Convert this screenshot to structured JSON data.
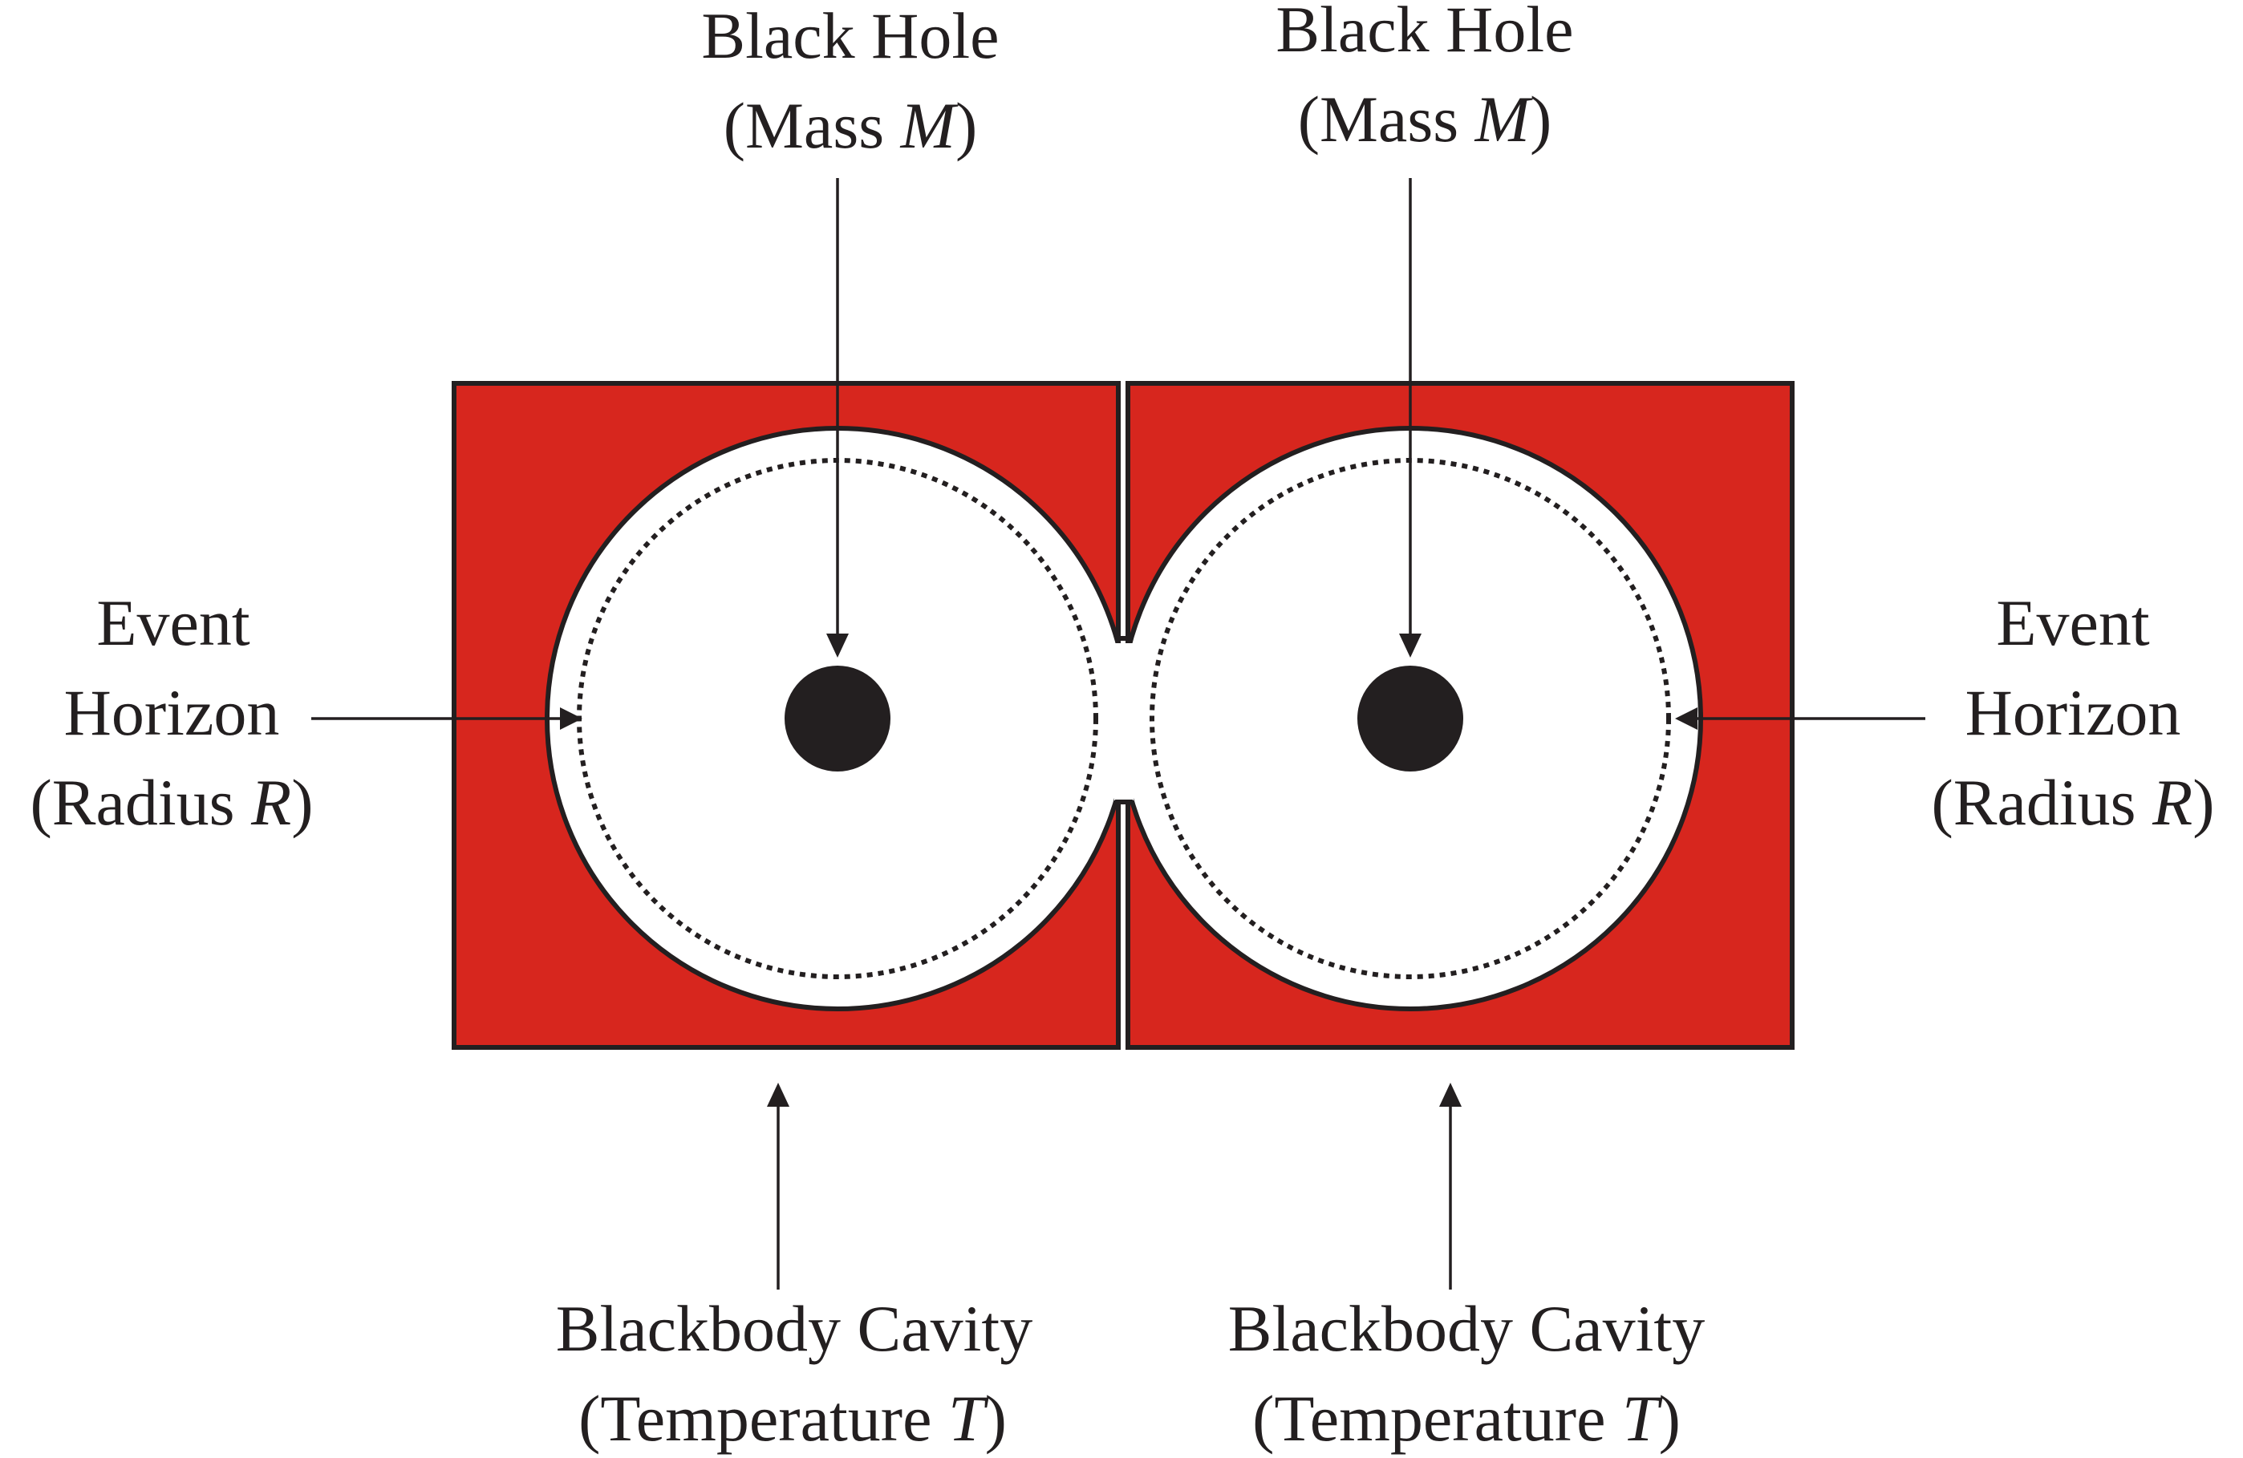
{
  "colors": {
    "cavity_fill": "#d7261e",
    "ink": "#231f20",
    "background": "#ffffff"
  },
  "labels": {
    "black_hole_left": {
      "line1": "Black Hole",
      "line2_prefix": "(Mass ",
      "line2_var": "M",
      "line2_suffix": ")"
    },
    "black_hole_right": {
      "line1": "Black Hole",
      "line2_prefix": "(Mass ",
      "line2_var": "M",
      "line2_suffix": ")"
    },
    "event_horizon_left": {
      "line1": "Event",
      "line2": "Horizon",
      "line3_prefix": "(Radius ",
      "line3_var": "R",
      "line3_suffix": ")"
    },
    "event_horizon_right": {
      "line1": "Event",
      "line2": "Horizon",
      "line3_prefix": "(Radius ",
      "line3_var": "R",
      "line3_suffix": ")"
    },
    "cavity_left": {
      "line1": "Blackbody Cavity",
      "line2_prefix": "(Temperature ",
      "line2_var": "T",
      "line2_suffix": ")"
    },
    "cavity_right": {
      "line1": "Blackbody Cavity",
      "line2_prefix": "(Temperature ",
      "line2_var": "T",
      "line2_suffix": ")"
    }
  },
  "icons": {
    "singularity": "filled-circle",
    "event_horizon": "dotted-circle"
  }
}
